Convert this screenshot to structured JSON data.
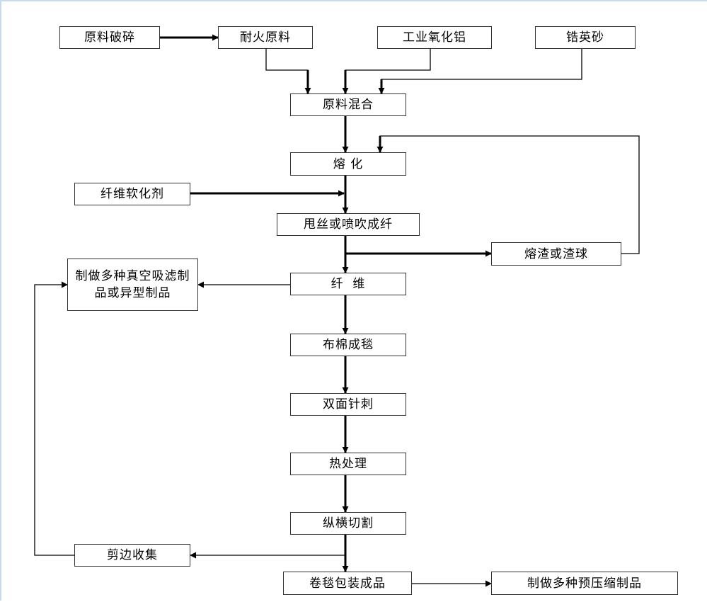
{
  "diagram": {
    "nodes": {
      "crushing": "原料破碎",
      "refractory": "耐火原料",
      "alumina": "工业氧化铝",
      "zircon": "锆英砂",
      "mixing": "原料混合",
      "melting": "熔 化",
      "softener": "纤维软化剂",
      "spinning": "甩丝或喷吹成纤",
      "slag": "熔渣或渣球",
      "vacuum": "制做多种真空吸滤制品或异型制品",
      "fiber": "纤  维",
      "felting": "布棉成毯",
      "needling": "双面针刺",
      "heat": "热处理",
      "cutting": "纵横切割",
      "trim": "剪边收集",
      "packing": "卷毯包装成品",
      "precompressed": "制做多种预压缩制品"
    }
  }
}
